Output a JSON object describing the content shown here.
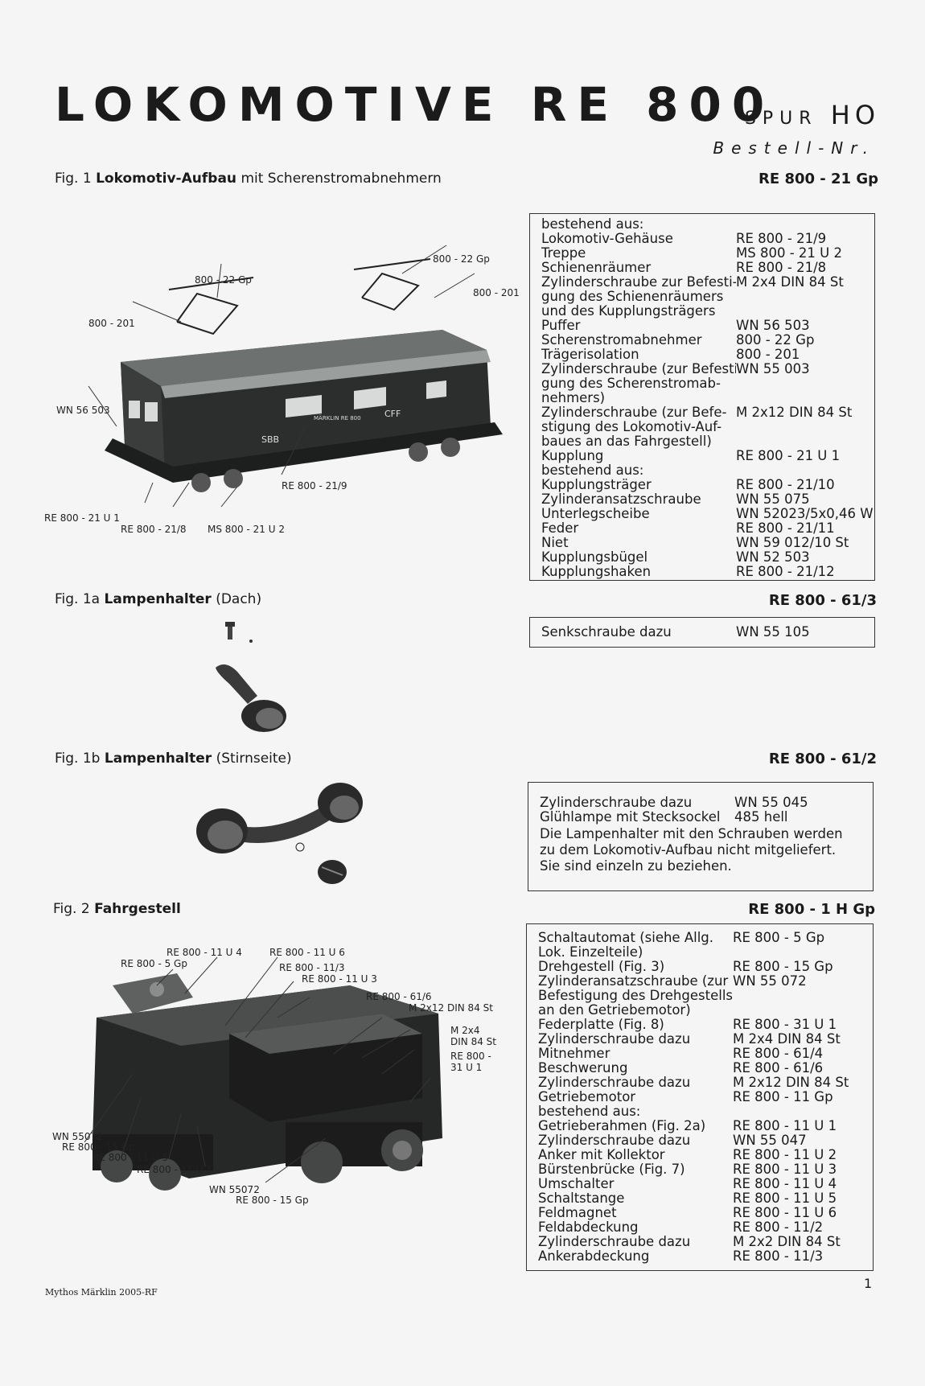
{
  "header": {
    "title": "LOKOMOTIVE RE 800",
    "spur_prefix": "SPUR",
    "spur_value": "HO",
    "bestell": "Bestell-Nr."
  },
  "fig1": {
    "num": "Fig. 1",
    "name": "Lokomotiv-Aufbau",
    "desc": "mit Scherenstromabnehmern",
    "order_no": "RE 800 - 21 Gp",
    "labels": {
      "pantograph_left": "800 - 22 Gp",
      "pantograph_right_top": "800 - 22 Gp",
      "isolator_right": "800 - 201",
      "isolator_left": "800 - 201",
      "buffer": "WN 56 503",
      "coupling": "RE 800 - 21 U 1",
      "plough": "RE 800 - 21/8",
      "steps": "MS 800 - 21 U 2",
      "housing": "RE 800 - 21/9"
    },
    "loco_marks": {
      "sbb": "SBB",
      "cff": "CFF",
      "plate": "MÄRKLIN RE 800"
    },
    "parts": [
      {
        "d": "bestehend aus:",
        "c": ""
      },
      {
        "d": "Lokomotiv-Gehäuse",
        "c": "RE 800 - 21/9"
      },
      {
        "d": "Treppe",
        "c": "MS 800 - 21 U 2"
      },
      {
        "d": "Schienenräumer",
        "c": "RE 800 - 21/8"
      },
      {
        "d": "Zylinderschraube zur Befesti-",
        "c": "M 2x4 DIN 84 St"
      },
      {
        "d": "gung des Schienenräumers",
        "c": ""
      },
      {
        "d": "und des Kupplungsträgers",
        "c": ""
      },
      {
        "d": "Puffer",
        "c": "WN 56 503"
      },
      {
        "d": "Scherenstromabnehmer",
        "c": "800 - 22 Gp"
      },
      {
        "d": "Trägerisolation",
        "c": "800 - 201"
      },
      {
        "d": "Zylinderschraube (zur Befesti-",
        "c": "WN 55 003"
      },
      {
        "d": "gung des Scherenstromab-",
        "c": ""
      },
      {
        "d": "nehmers)",
        "c": ""
      },
      {
        "d": "Zylinderschraube (zur Befe-",
        "c": "M 2x12 DIN 84 St"
      },
      {
        "d": "stigung des Lokomotiv-Auf-",
        "c": ""
      },
      {
        "d": "baues an das Fahrgestell)",
        "c": ""
      },
      {
        "d": "Kupplung",
        "c": "RE 800 - 21 U 1"
      },
      {
        "d": "bestehend aus:",
        "c": ""
      },
      {
        "d": "Kupplungsträger",
        "c": "RE 800 - 21/10"
      },
      {
        "d": "Zylinderansatzschraube",
        "c": "WN 55 075"
      },
      {
        "d": "Unterlegscheibe",
        "c": "WN 52023/5x0,46 W"
      },
      {
        "d": "Feder",
        "c": "RE 800 - 21/11"
      },
      {
        "d": "Niet",
        "c": "WN 59 012/10 St"
      },
      {
        "d": "Kupplungsbügel",
        "c": "WN 52 503"
      },
      {
        "d": "Kupplungshaken",
        "c": "RE 800 - 21/12"
      }
    ]
  },
  "fig1a": {
    "num": "Fig. 1a",
    "name": "Lampenhalter",
    "desc": "(Dach)",
    "order_no": "RE 800 - 61/3",
    "parts": [
      {
        "d": "Senkschraube dazu",
        "c": "WN 55 105"
      }
    ]
  },
  "fig1b": {
    "num": "Fig. 1b",
    "name": "Lampenhalter",
    "desc": "(Stirnseite)",
    "order_no": "RE 800 - 61/2",
    "parts": [
      {
        "d": "Zylinderschraube dazu",
        "c": "WN 55 045"
      },
      {
        "d": "Glühlampe mit Stecksockel",
        "c": "485 hell"
      }
    ],
    "note": [
      "Die Lampenhalter mit den Schrauben werden",
      "zu dem Lokomotiv-Aufbau nicht mitgeliefert.",
      "Sie sind einzeln zu beziehen."
    ]
  },
  "fig2": {
    "num": "Fig. 2",
    "name": "Fahrgestell",
    "order_no": "RE 800 - 1 H Gp",
    "labels": {
      "l1": "RE 800 - 11 U 4",
      "l2": "RE 800 - 11 U 6",
      "l3": "RE 800 - 5 Gp",
      "l4": "RE 800 - 11/3",
      "l5": "RE 800 - 11 U 3",
      "l6": "RE 800 - 61/6",
      "l7": "M 2x12 DIN 84 St",
      "l8a": "M 2x4",
      "l8b": "DIN 84 St",
      "l9a": "RE 800 -",
      "l9b": "31 U 1",
      "l10": "WN 55072",
      "l11": "RE 800 - 15 Gp",
      "l12": "RE 800 - 11 U 5",
      "l13": "RE 800 - 11 U 1",
      "l14": "WN 55072",
      "l15": "RE 800 - 15 Gp"
    },
    "parts": [
      {
        "d": "Schaltautomat (siehe Allg.",
        "c": "RE 800 - 5 Gp"
      },
      {
        "d": "Lok. Einzelteile)",
        "c": ""
      },
      {
        "d": "Drehgestell (Fig. 3)",
        "c": "RE 800 - 15 Gp"
      },
      {
        "d": "Zylinderansatzschraube (zur",
        "c": "WN 55 072"
      },
      {
        "d": "Befestigung des Drehgestells",
        "c": ""
      },
      {
        "d": "an den Getriebemotor)",
        "c": ""
      },
      {
        "d": "Federplatte (Fig. 8)",
        "c": "RE 800 - 31 U 1"
      },
      {
        "d": "Zylinderschraube dazu",
        "c": "M 2x4 DIN 84 St"
      },
      {
        "d": "Mitnehmer",
        "c": "RE 800 - 61/4"
      },
      {
        "d": "Beschwerung",
        "c": "RE 800 - 61/6"
      },
      {
        "d": "Zylinderschraube dazu",
        "c": "M 2x12 DIN 84 St"
      },
      {
        "d": "Getriebemotor",
        "c": "RE 800 - 11 Gp"
      },
      {
        "d": "bestehend aus:",
        "c": ""
      },
      {
        "d": "Getrieberahmen (Fig. 2a)",
        "c": "RE 800 - 11 U 1"
      },
      {
        "d": "Zylinderschraube dazu",
        "c": "WN 55 047"
      },
      {
        "d": "Anker mit Kollektor",
        "c": "RE 800 - 11 U 2"
      },
      {
        "d": "Bürstenbrücke (Fig. 7)",
        "c": "RE 800 - 11 U 3"
      },
      {
        "d": "Umschalter",
        "c": "RE 800 - 11 U 4"
      },
      {
        "d": "Schaltstange",
        "c": "RE 800 - 11 U 5"
      },
      {
        "d": "Feldmagnet",
        "c": "RE 800 - 11 U 6"
      },
      {
        "d": "Feldabdeckung",
        "c": "RE 800 - 11/2"
      },
      {
        "d": "Zylinderschraube dazu",
        "c": "M 2x2 DIN 84 St"
      },
      {
        "d": "Ankerabdeckung",
        "c": "RE 800 - 11/3"
      }
    ]
  },
  "footer": {
    "credit": "Mythos Märklin 2005-RF",
    "page": "1"
  }
}
